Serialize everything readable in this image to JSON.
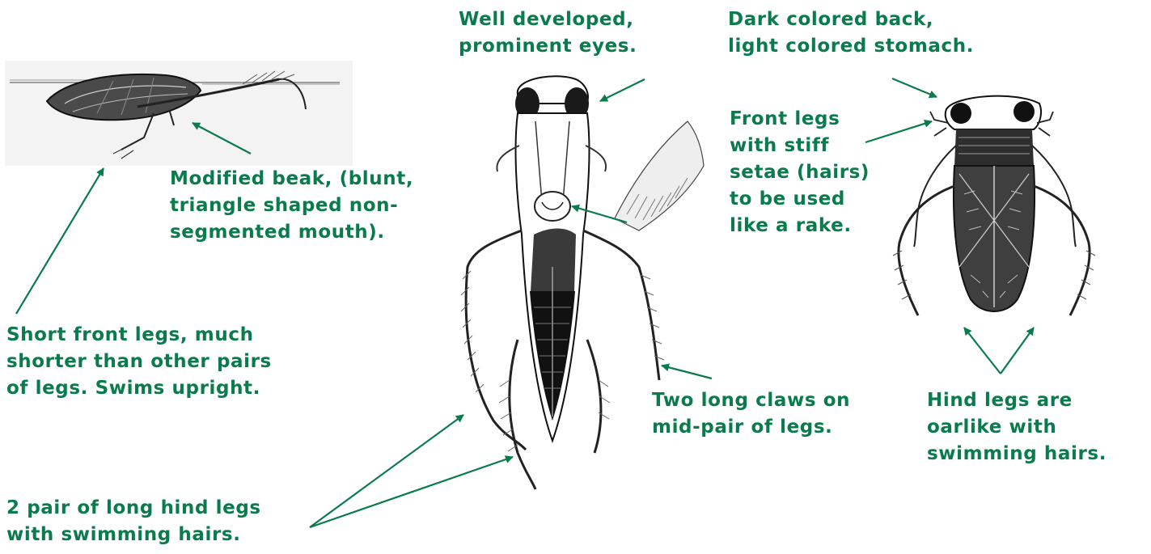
{
  "colors": {
    "label_text": "#0a7b4c",
    "arrow": "#0a7b4c",
    "ink": "#1d1d1d",
    "background": "#ffffff"
  },
  "labels": {
    "eyes": [
      "Well developed,",
      "prominent eyes."
    ],
    "back": [
      "Dark colored back,",
      "light colored stomach."
    ],
    "beak": [
      "Modified beak, (blunt,",
      "triangle shaped non-",
      "segmented mouth)."
    ],
    "front_legs_setae": [
      "Front legs",
      "with stiff",
      "setae (hairs)",
      "to be used",
      "like a rake."
    ],
    "short_front_legs": [
      "Short front legs, much",
      "shorter than other pairs",
      "of legs. Swims upright."
    ],
    "claws": [
      "Two long claws on",
      "mid-pair of legs."
    ],
    "hind_legs_oarlike": [
      "Hind legs are",
      "oarlike with",
      "swimming hairs."
    ],
    "long_hind_legs": [
      "2 pair of long hind legs",
      "with swimming hairs."
    ]
  }
}
